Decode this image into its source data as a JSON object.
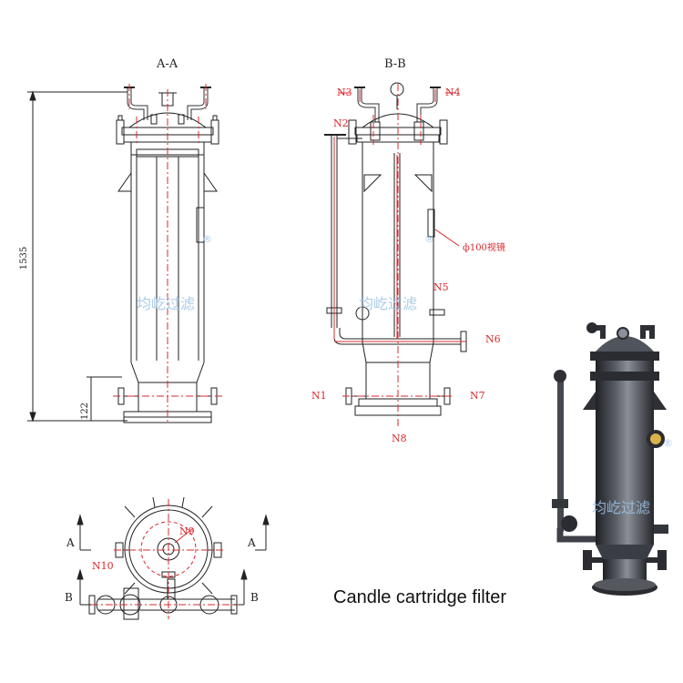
{
  "section_labels": {
    "aa": "A-A",
    "bb": "B-B"
  },
  "dimensions": {
    "height": "1535",
    "base": "122"
  },
  "nozzles": {
    "n1": "N1",
    "n2": "N2",
    "n3": "N3",
    "n4": "N4",
    "n5": "N5",
    "n6": "N6",
    "n7": "N7",
    "n8": "N8",
    "n9": "N9",
    "n10": "N10"
  },
  "sight_glass": "ф100视镜",
  "cut_marks": {
    "a_left": "A",
    "a_right": "A",
    "b_left": "B",
    "b_right": "B"
  },
  "watermark": {
    "brand": "均屹过滤",
    "registered": "®"
  },
  "caption": "Candle cartridge filter",
  "colors": {
    "line": "#222222",
    "pipe_red": "#d9282d",
    "watermark": "#9fc3e6",
    "vessel_dark": "#3a3d44"
  }
}
